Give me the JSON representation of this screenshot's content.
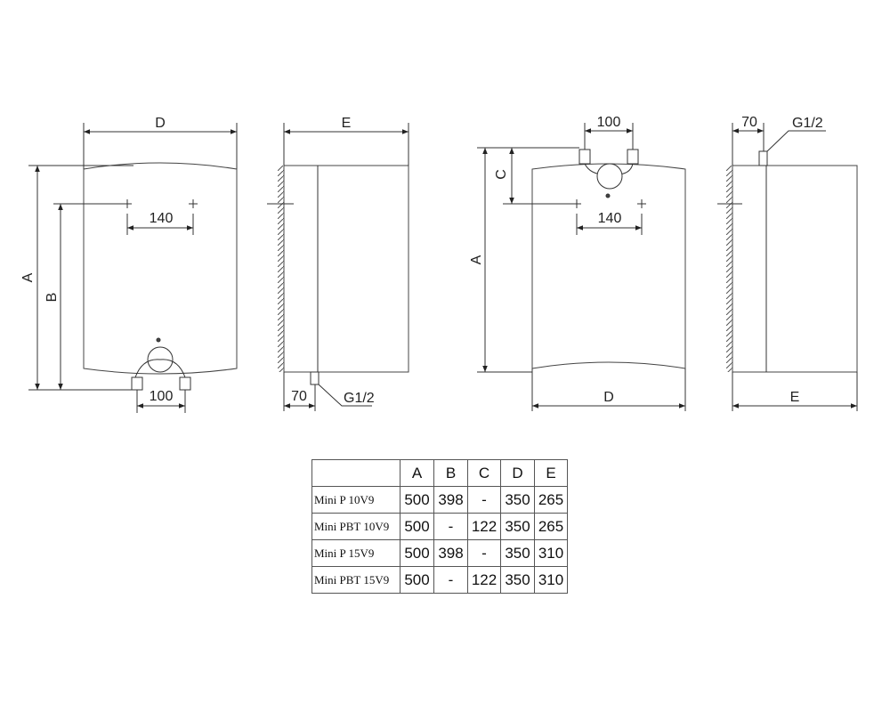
{
  "dimension_letters": {
    "a": "A",
    "b": "B",
    "c": "C",
    "d": "D",
    "e": "E"
  },
  "measures": {
    "pipe_spacing": "100",
    "mount_spacing": "140",
    "wall_offset": "70",
    "thread": "G1/2"
  },
  "table": {
    "headers": [
      "",
      "A",
      "B",
      "C",
      "D",
      "E"
    ],
    "rows": [
      [
        "Mini P 10V9",
        "500",
        "398",
        "-",
        "350",
        "265"
      ],
      [
        "Mini PBT 10V9",
        "500",
        "-",
        "122",
        "350",
        "265"
      ],
      [
        "Mini P 15V9",
        "500",
        "398",
        "-",
        "350",
        "310"
      ],
      [
        "Mini PBT 15V9",
        "500",
        "-",
        "122",
        "350",
        "310"
      ]
    ]
  }
}
